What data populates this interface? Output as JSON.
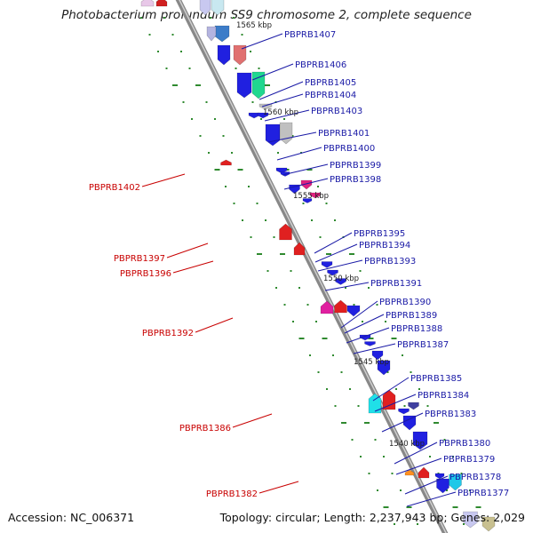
{
  "title": "Photobacterium profundum SS9 chromosome 2, complete sequence",
  "accession": "Accession: NC_006371",
  "topology": "Topology: circular; Length: 2,237,943 bp; Genes: 2,029",
  "colors": {
    "forward_label": "#1a1aa6",
    "reverse_label": "#c80000",
    "backbone": "#888888",
    "tick_dots": "#2f8a2f"
  },
  "ticks": [
    {
      "label": "1565 kbp"
    },
    {
      "label": "1560 kbp"
    },
    {
      "label": "1555 kbp"
    },
    {
      "label": "1550 kbp"
    },
    {
      "label": "1545 kbp"
    },
    {
      "label": "1540 kbp"
    }
  ],
  "forward_labels": [
    {
      "name": "PBPRB1407"
    },
    {
      "name": "PBPRB1406"
    },
    {
      "name": "PBPRB1405"
    },
    {
      "name": "PBPRB1404"
    },
    {
      "name": "PBPRB1403"
    },
    {
      "name": "PBPRB1401"
    },
    {
      "name": "PBPRB1400"
    },
    {
      "name": "PBPRB1399"
    },
    {
      "name": "PBPRB1398"
    },
    {
      "name": "PBPRB1395"
    },
    {
      "name": "PBPRB1394"
    },
    {
      "name": "PBPRB1393"
    },
    {
      "name": "PBPRB1391"
    },
    {
      "name": "PBPRB1390"
    },
    {
      "name": "PBPRB1389"
    },
    {
      "name": "PBPRB1388"
    },
    {
      "name": "PBPRB1387"
    },
    {
      "name": "PBPRB1385"
    },
    {
      "name": "PBPRB1384"
    },
    {
      "name": "PBPRB1383"
    },
    {
      "name": "PBPRB1380"
    },
    {
      "name": "PBPRB1379"
    },
    {
      "name": "PBPRB1378"
    },
    {
      "name": "PBPRB1377"
    }
  ],
  "reverse_labels": [
    {
      "name": "PBPRB1402"
    },
    {
      "name": "PBPRB1397"
    },
    {
      "name": "PBPRB1396"
    },
    {
      "name": "PBPRB1392"
    },
    {
      "name": "PBPRB1386"
    },
    {
      "name": "PBPRB1382"
    }
  ]
}
